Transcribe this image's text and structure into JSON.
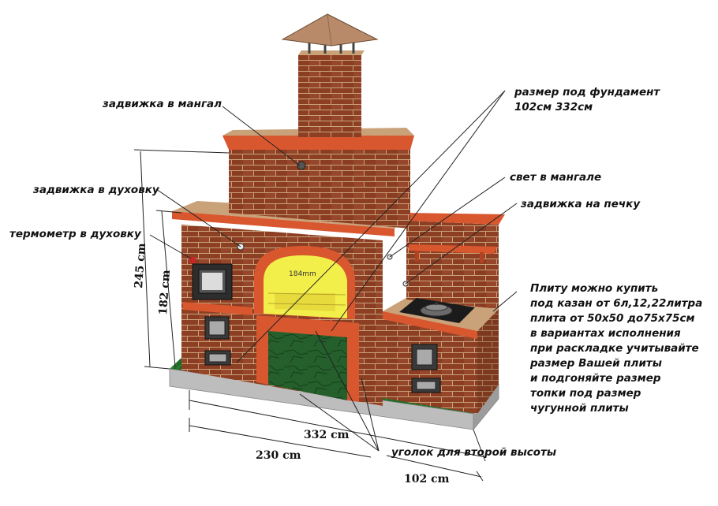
{
  "labels": {
    "damper_grill": "задвижка в мангал",
    "damper_oven": "задвижка в духовку",
    "thermometer_oven": "термометр в духовку",
    "foundation_line1": "размер под фундамент",
    "foundation_line2": "102см 332см",
    "light_grill": "свет в мангале",
    "damper_stove": "задвижка на печку",
    "angle_second_height": "уголок для второй высоты",
    "note_lines": [
      "Плиту можно купить",
      "под казан от 6л,12,22литра",
      "плита от 50х50 до75х75см",
      "в вариантах исполнения",
      "при раскладке учитывайте",
      "размер Вашей плиты",
      "и подгоняйте размер",
      "топки под размер",
      "чугунной плиты"
    ]
  },
  "dimensions": {
    "height_total": "245 cm",
    "height_body": "182 cm",
    "length_total": "332 cm",
    "length_part": "230 cm",
    "depth": "102 cm",
    "arch_width": "184mm"
  },
  "colors": {
    "brick": "#9e4a2c",
    "brick_dark": "#7a3520",
    "mortar": "#c9a27a",
    "trim": "#d8572f",
    "roof": "#b88a6a",
    "plinth": "#bdbdbd",
    "grass": "#1f6b26",
    "fire": "#f3ef4a"
  }
}
